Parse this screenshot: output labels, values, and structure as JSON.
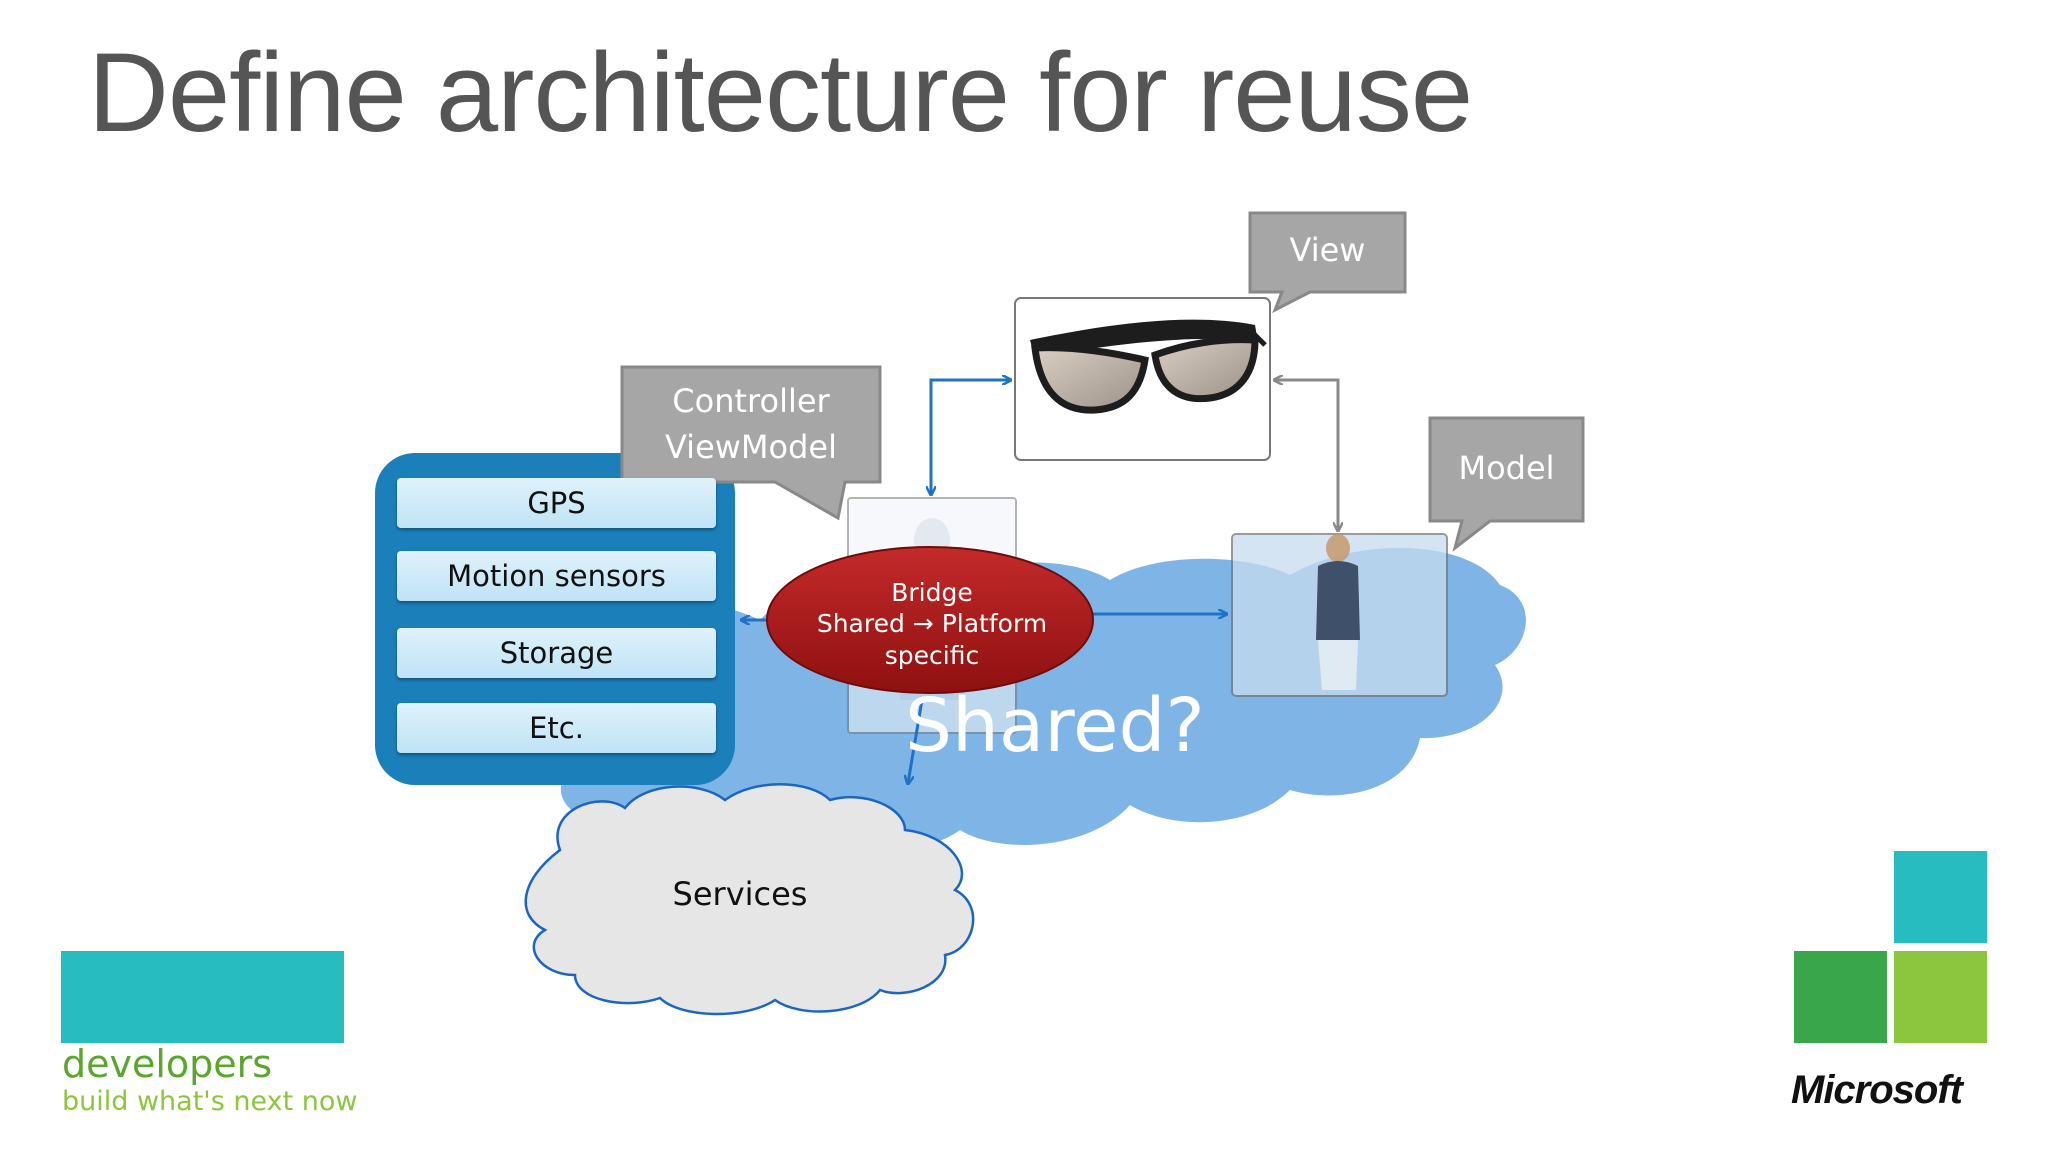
{
  "slide": {
    "title": "Define architecture for reuse"
  },
  "callouts": {
    "view": "View",
    "controller_line1": "Controller",
    "controller_line2": "ViewModel",
    "model": "Model"
  },
  "platform_panel": {
    "items": [
      "GPS",
      "Motion sensors",
      "Storage",
      "Etc."
    ]
  },
  "bridge": {
    "line1": "Bridge",
    "line2": "Shared → Platform specific"
  },
  "shared_label": "Shared?",
  "services_label": "Services",
  "branding": {
    "developers": "developers",
    "tagline": "build what's next now",
    "microsoft": "Microsoft"
  },
  "colors": {
    "title_gray": "#555555",
    "callout_gray": "#a6a6a6",
    "panel_blue": "#1b7fb9",
    "cloud_blue": "#7fb5e6",
    "bridge_red": "#b31b1b",
    "arrow_blue": "#1f73c2",
    "teal": "#27bcc0",
    "green": "#3aa64c",
    "lime": "#8cc63f"
  },
  "icons": [
    "glasses-image",
    "person-silhouette-image",
    "woman-portrait-image"
  ]
}
